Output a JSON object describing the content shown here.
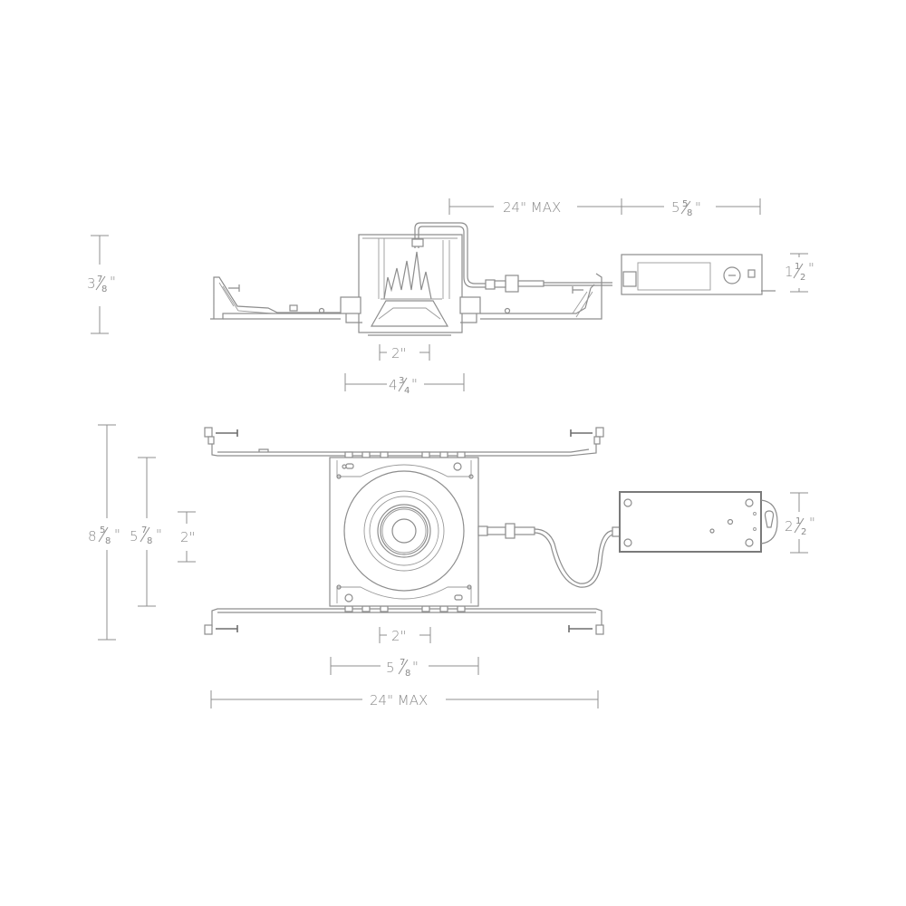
{
  "diagram": {
    "title": "Recessed LED downlight housing with remote driver — dimension drawing",
    "line_color": "#8d8d8d",
    "text_color": "#8a8a8a",
    "background": "#ffffff"
  },
  "side_view": {
    "dim_top_bar_span": {
      "whole": "24\" MAX"
    },
    "dim_driver_length": {
      "whole": "5",
      "num": "5",
      "den": "8",
      "unit": "\""
    },
    "dim_housing_height": {
      "whole": "3",
      "num": "7",
      "den": "8",
      "unit": "\""
    },
    "dim_driver_height": {
      "whole": "1",
      "num": "1",
      "den": "2",
      "unit": "\""
    },
    "dim_aperture": {
      "whole": "2\""
    },
    "dim_housing_width": {
      "whole": "4",
      "num": "3",
      "den": "4",
      "unit": "\""
    }
  },
  "top_view": {
    "dim_overall_depth": {
      "whole": "8",
      "num": "5",
      "den": "8",
      "unit": "\""
    },
    "dim_frame_depth": {
      "whole": "5",
      "num": "7",
      "den": "8",
      "unit": "\""
    },
    "dim_aperture_vertical": {
      "whole": "2\""
    },
    "dim_driver_width": {
      "whole": "2",
      "num": "1",
      "den": "2",
      "unit": "\""
    },
    "dim_aperture_horizontal": {
      "whole": "2\""
    },
    "dim_frame_width": {
      "whole": "5",
      "num": "7",
      "den": "8",
      "unit": "\""
    },
    "dim_bar_span": {
      "whole": "24\" MAX"
    }
  }
}
